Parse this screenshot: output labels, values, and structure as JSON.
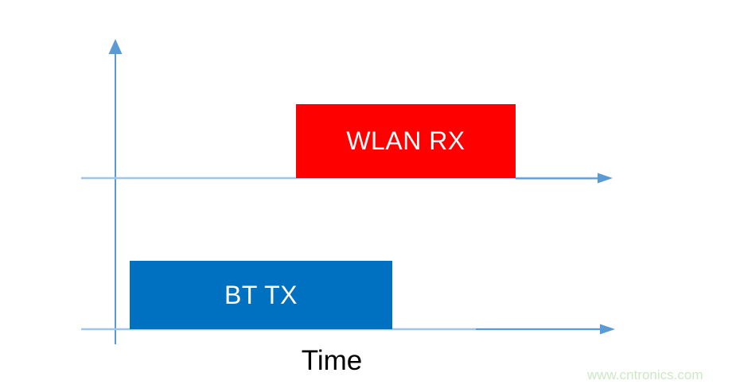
{
  "diagram": {
    "type": "timing-diagram",
    "description": "Two stacked timelines showing a BT TX burst followed by an overlapping WLAN RX burst",
    "rows": [
      {
        "id": "wlan-rx",
        "label": "WLAN RX",
        "color": "#ff0000",
        "row_position": "top",
        "bar_time_span": "starts mid-timeline, ends later on timeline"
      },
      {
        "id": "bt-tx",
        "label": "BT TX",
        "color": "#0070c0",
        "row_position": "bottom",
        "bar_time_span": "starts near origin, ends mid-timeline"
      }
    ],
    "x_axis_label": "Time",
    "y_axis_label": "",
    "axes": {
      "vertical_arrow": "up",
      "horizontal_arrows": "right",
      "line_color_light": "#9fc5e8",
      "line_color_dark": "#5b9bd5"
    }
  },
  "watermark": {
    "text": "www.cntronics.com"
  },
  "colors": {
    "bar_red": "#ff0000",
    "bar_blue": "#0070c0",
    "axis_light": "#9fc5e8",
    "axis_dark": "#5b9bd5",
    "watermark_green": "#cde8c5",
    "text_black": "#000000"
  }
}
